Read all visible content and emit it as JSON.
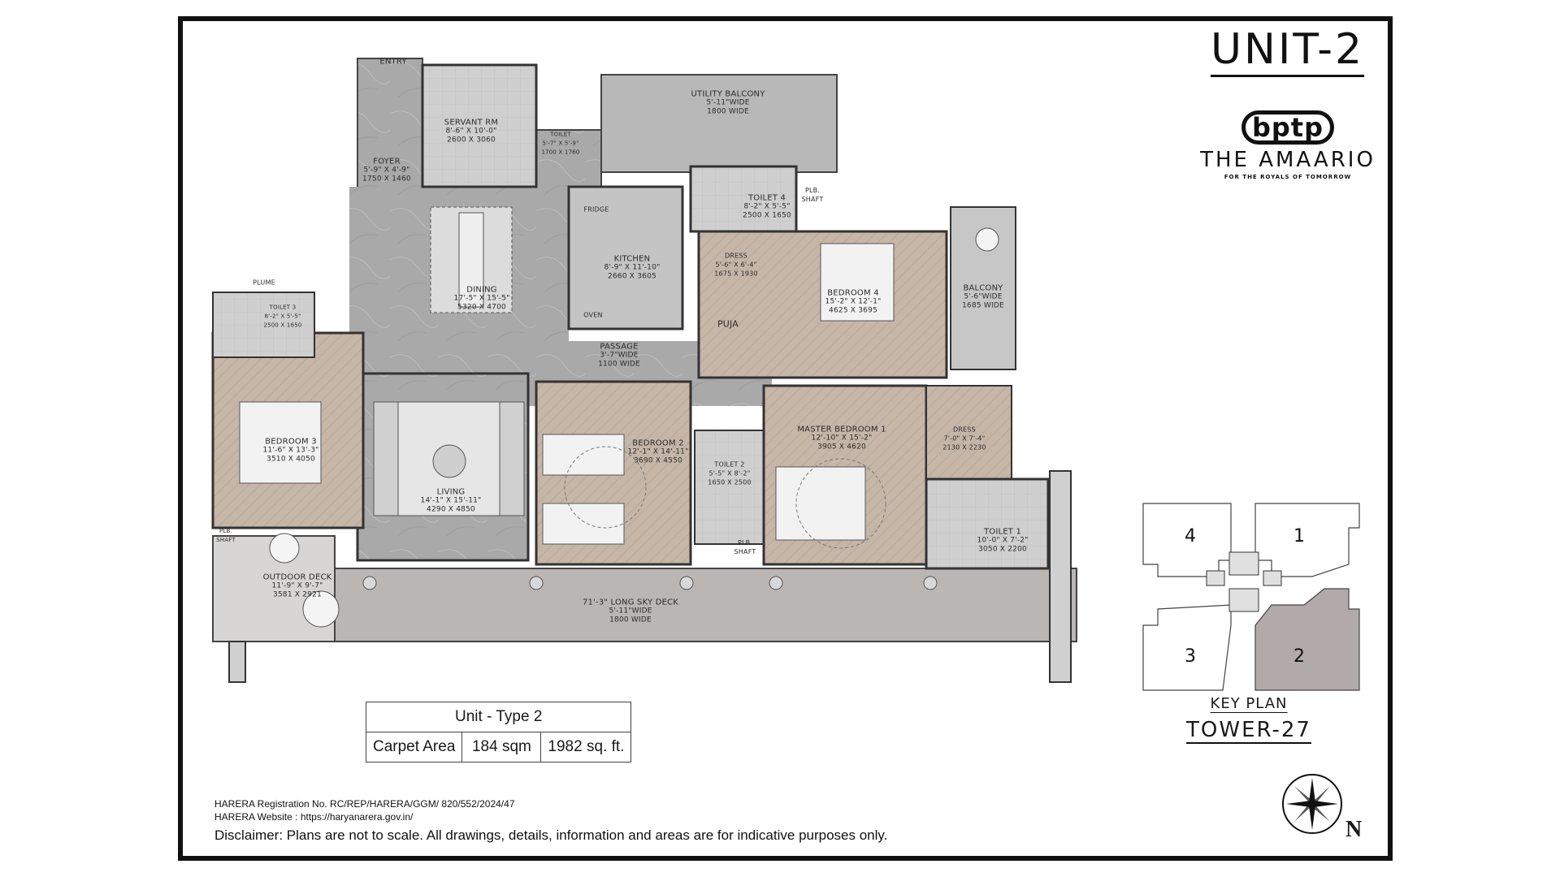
{
  "title": "UNIT-2",
  "brand": {
    "logo": "bptp",
    "project": "THE AMAARIO",
    "tagline": "FOR THE ROYALS OF TOMORROW"
  },
  "rooms": [
    {
      "id": "entry",
      "name": "ENTRY",
      "dim": ""
    },
    {
      "id": "servant",
      "name": "SERVANT RM",
      "dim": "8'-6\" X 10'-0\"",
      "metric": "2600 X 3060"
    },
    {
      "id": "toilet-servant",
      "name": "TOILET",
      "dim": "5'-7\" X 5'-9\"",
      "metric": "1700 X 1760"
    },
    {
      "id": "foyer",
      "name": "FOYER",
      "dim": "5'-9\" X 4'-9\"",
      "metric": "1750 X 1460"
    },
    {
      "id": "utility",
      "name": "UTILITY BALCONY",
      "dim": "5'-11\"WIDE",
      "metric": "1800 WIDE"
    },
    {
      "id": "toilet4",
      "name": "TOILET 4",
      "dim": "8'-2\" X 5'-5\"",
      "metric": "2500 X 1650"
    },
    {
      "id": "plb1",
      "name": "PLB. SHAFT",
      "dim": ""
    },
    {
      "id": "dining",
      "name": "DINING",
      "dim": "17'-5\" X 15'-5\"",
      "metric": "5320 X 4700"
    },
    {
      "id": "kitchen",
      "name": "KITCHEN",
      "dim": "8'-9\" X 11'-10\"",
      "metric": "2660 X 3605"
    },
    {
      "id": "fridge",
      "name": "FRIDGE",
      "dim": ""
    },
    {
      "id": "oven",
      "name": "OVEN",
      "dim": ""
    },
    {
      "id": "puja",
      "name": "PUJA",
      "dim": ""
    },
    {
      "id": "dress4",
      "name": "DRESS",
      "dim": "5'-6\" X 6'-4\"",
      "metric": "1675 X 1930"
    },
    {
      "id": "bedroom4",
      "name": "BEDROOM 4",
      "dim": "15'-2\" X 12'-1\"",
      "metric": "4625 X 3695"
    },
    {
      "id": "balcony",
      "name": "BALCONY",
      "dim": "5'-6\"WIDE",
      "metric": "1685 WIDE"
    },
    {
      "id": "plume",
      "name": "PLUME",
      "dim": ""
    },
    {
      "id": "toilet3",
      "name": "TOILET 3",
      "dim": "8'-2\" X 5'-5\"",
      "metric": "2500 X 1650"
    },
    {
      "id": "passage",
      "name": "PASSAGE",
      "dim": "3'-7\"WIDE",
      "metric": "1100 WIDE"
    },
    {
      "id": "bedroom3",
      "name": "BEDROOM 3",
      "dim": "11'-6\" X 13'-3\"",
      "metric": "3510 X 4050"
    },
    {
      "id": "living",
      "name": "LIVING",
      "dim": "14'-1\" X 15'-11\"",
      "metric": "4290 X 4850"
    },
    {
      "id": "bedroom2",
      "name": "BEDROOM 2",
      "dim": "12'-1\" X 14'-11\"",
      "metric": "3690 X 4550"
    },
    {
      "id": "toilet2",
      "name": "TOILET 2",
      "dim": "5'-5\" X 8'-2\"",
      "metric": "1650 X 2500"
    },
    {
      "id": "master",
      "name": "MASTER BEDROOM 1",
      "dim": "12'-10\" X 15'-2\"",
      "metric": "3905 X 4620"
    },
    {
      "id": "dress1",
      "name": "DRESS",
      "dim": "7'-0\" X 7'-4\"",
      "metric": "2130 X 2230"
    },
    {
      "id": "toilet1",
      "name": "TOILET 1",
      "dim": "10'-0\" X 7'-2\"",
      "metric": "3050 X 2200"
    },
    {
      "id": "plb2",
      "name": "PLB. SHAFT",
      "dim": ""
    },
    {
      "id": "plb3",
      "name": "PLB. SHAFT",
      "dim": ""
    },
    {
      "id": "outdoor",
      "name": "OUTDOOR DECK",
      "dim": "11'-9\" X 9'-7\"",
      "metric": "3581 X 2921"
    },
    {
      "id": "skydeck",
      "name": "71'-3\" LONG SKY DECK",
      "dim": "5'-11\"WIDE",
      "metric": "1800 WIDE"
    }
  ],
  "area_table": {
    "header": "Unit - Type 2",
    "label": "Carpet Area",
    "sqm": "184 sqm",
    "sqft": "1982 sq. ft."
  },
  "key_plan": {
    "title": "KEY PLAN",
    "tower": "TOWER-27",
    "units": [
      "4",
      "1",
      "3",
      "2"
    ],
    "highlight": "2"
  },
  "compass": {
    "label": "N"
  },
  "footer": {
    "registration": "HARERA Registration No. RC/REP/HARERA/GGM/ 820/552/2024/47",
    "website": "HARERA Website : https://haryanarera.gov.in/",
    "disclaimer": "Disclaimer: Plans are not to scale. All drawings, details, information and areas are for indicative purposes only."
  }
}
